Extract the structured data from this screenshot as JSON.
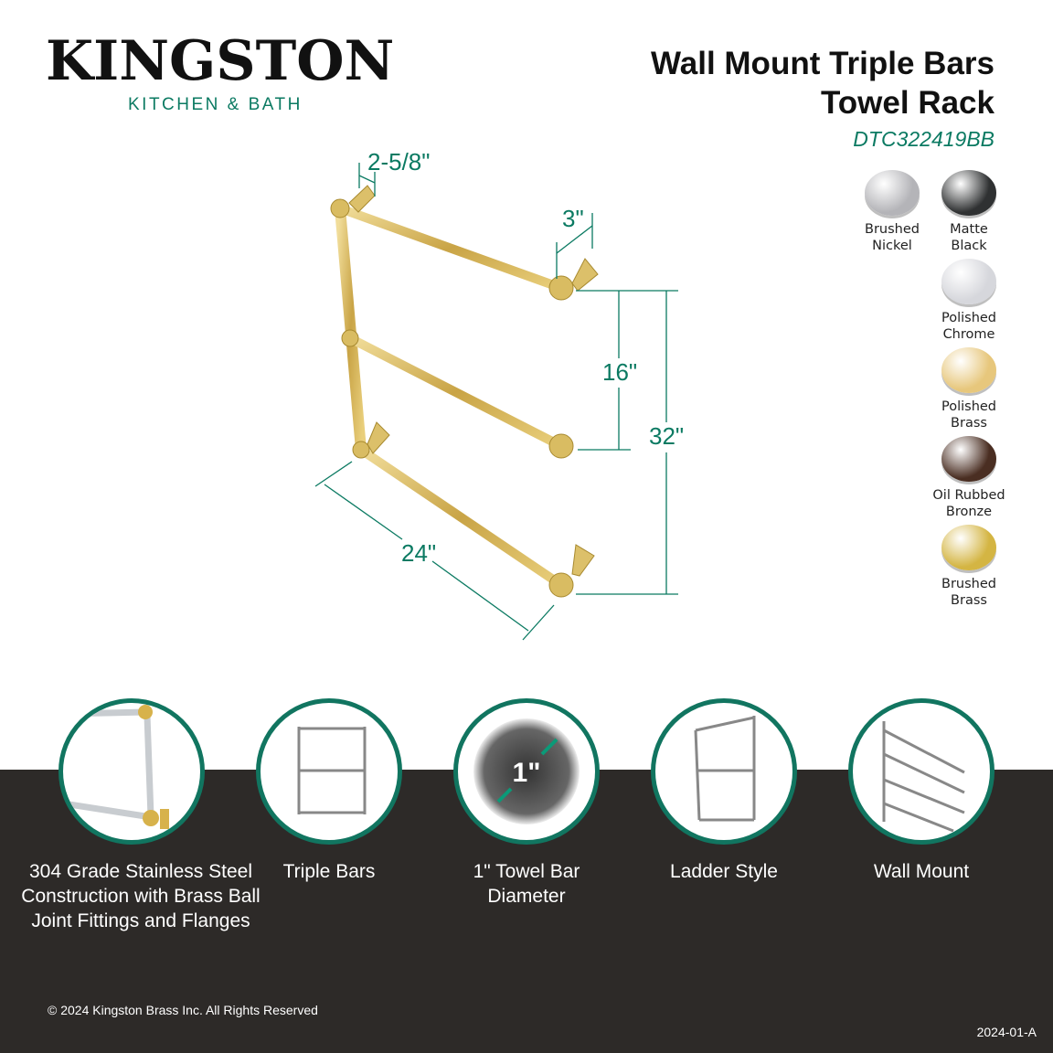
{
  "brand": {
    "name": "KINGSTON",
    "tagline": "KITCHEN & BATH"
  },
  "product": {
    "title_line1": "Wall Mount Triple Bars",
    "title_line2": "Towel Rack",
    "model": "DTC322419BB"
  },
  "dimensions": {
    "flange_depth": "2-5/8\"",
    "projection": "3\"",
    "bar_spacing": "16\"",
    "height": "32\"",
    "width": "24\""
  },
  "finishes": [
    {
      "line1": "Brushed",
      "line2": "Nickel",
      "color": "#b4b4b8"
    },
    {
      "line1": "Matte",
      "line2": "Black",
      "color": "#2f3132"
    },
    {
      "line1": "Polished",
      "line2": "Chrome",
      "color": "#d6d7dc"
    },
    {
      "line1": "Polished",
      "line2": "Brass",
      "color": "#e7c77c"
    },
    {
      "line1": "Oil Rubbed",
      "line2": "Bronze",
      "color": "#4a2e22"
    },
    {
      "line1": "Brushed",
      "line2": "Brass",
      "color": "#d4b543"
    }
  ],
  "features": [
    {
      "icon": "stainless-brass-joint-icon",
      "label": "304 Grade Stainless Steel Construction with Brass Ball Joint Fittings and Flanges"
    },
    {
      "icon": "triple-bars-icon",
      "label": "Triple Bars"
    },
    {
      "icon": "diameter-icon",
      "label": "1\" Towel Bar Diameter",
      "icon_text": "1\""
    },
    {
      "icon": "ladder-icon",
      "label": "Ladder Style"
    },
    {
      "icon": "wall-mount-icon",
      "label": "Wall Mount"
    }
  ],
  "footer": {
    "copyright": "© 2024 Kingston Brass Inc. All Rights Reserved",
    "version": "2024-01-A"
  },
  "colors": {
    "accent": "#0b7a62",
    "band": "#2d2a28",
    "brass": "#d8bd5c"
  }
}
